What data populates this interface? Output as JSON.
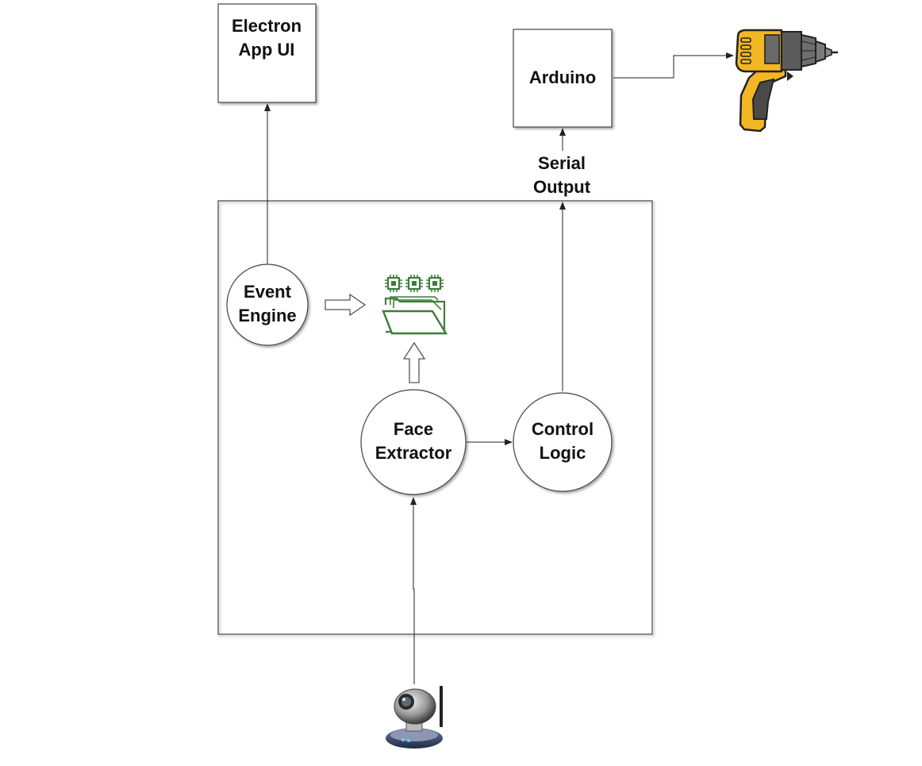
{
  "diagram": {
    "nodes": {
      "electron_app_ui": {
        "line1": "Electron",
        "line2": "App UI"
      },
      "arduino": {
        "label": "Arduino"
      },
      "event_engine": {
        "line1": "Event",
        "line2": "Engine"
      },
      "face_extractor": {
        "line1": "Face",
        "line2": "Extractor"
      },
      "control_logic": {
        "line1": "Control",
        "line2": "Logic"
      }
    },
    "edge_labels": {
      "serial_output": {
        "line1": "Serial",
        "line2": "Output"
      }
    },
    "icons": {
      "storage": "folder-with-chips-icon",
      "drill": "power-drill-icon",
      "camera": "ip-camera-icon"
    },
    "colors": {
      "storage_icon": "#3f7d3a",
      "drill_body": "#f2b722",
      "drill_chuck": "#5b5b5b",
      "stroke": "#333333"
    }
  }
}
